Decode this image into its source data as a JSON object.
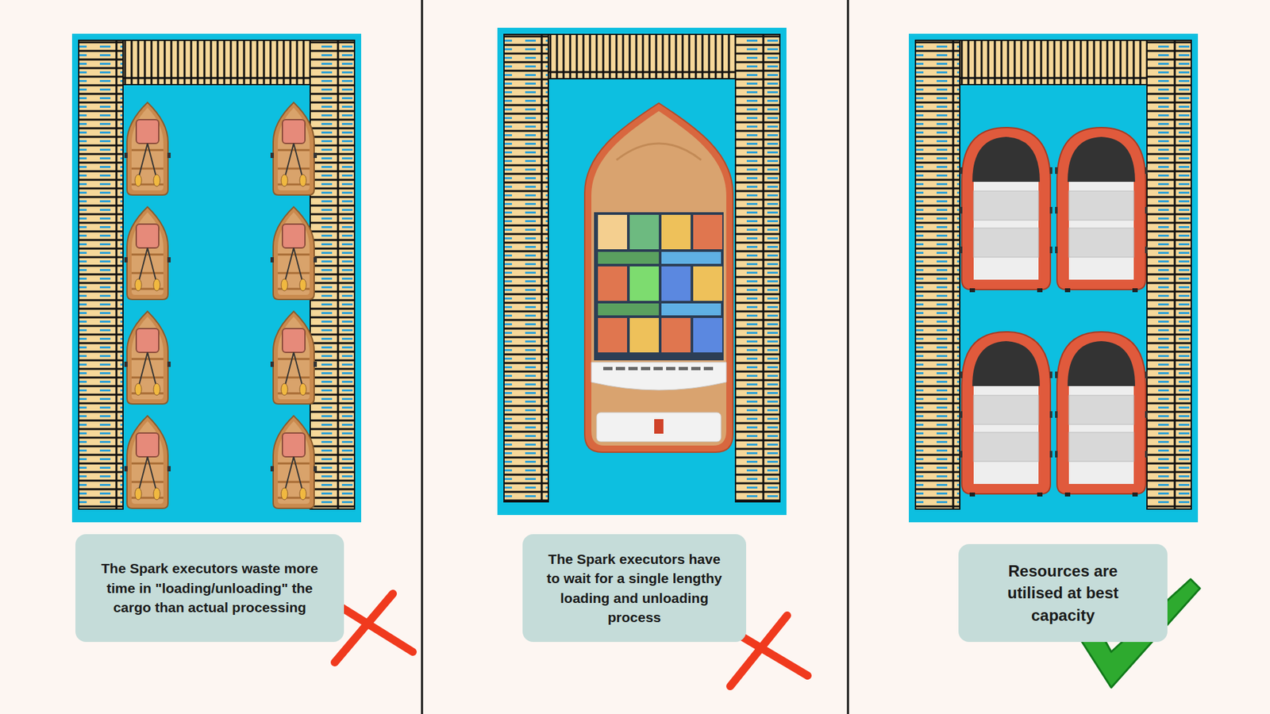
{
  "diagram": {
    "nodes": [
      {
        "text": [
          "The Spark executors waste more time in \"loading/unloading\" the cargo than actual processing"
        ]
      },
      {
        "text": [
          "The Spark executors have to wait for a single lengthy loading and unloading process"
        ]
      },
      {
        "text": [
          "Resources are utilised at best capacity"
        ]
      }
    ]
  }
}
